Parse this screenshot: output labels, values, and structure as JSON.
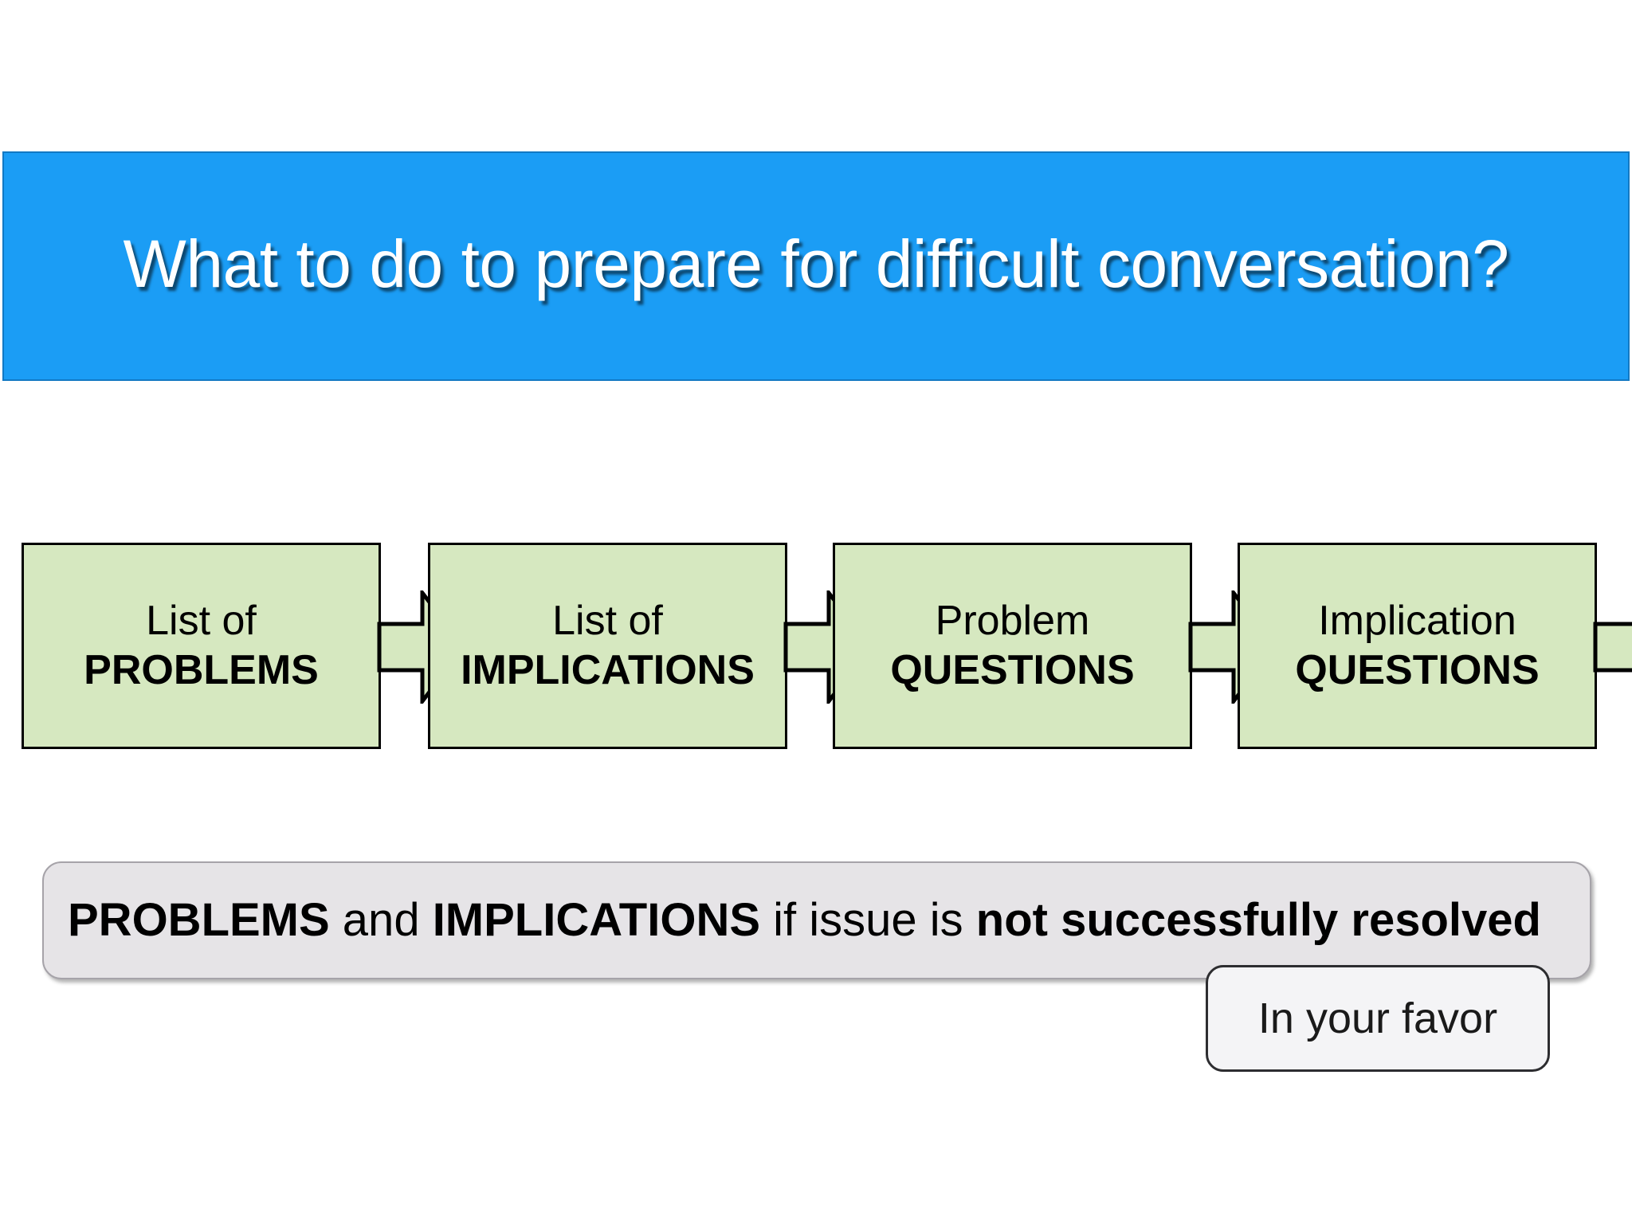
{
  "slide": {
    "title": "What to do to prepare for difficult conversation?",
    "banner_color": "#1b9df5",
    "banner_border_color": "#1279c4",
    "title_color": "#ffffff"
  },
  "process": {
    "box_fill": "#d6e8c0",
    "box_border": "#000000",
    "steps": [
      {
        "line1": "List of",
        "line2": "PROBLEMS"
      },
      {
        "line1": "List of",
        "line2": "IMPLICATIONS"
      },
      {
        "line1": "Problem",
        "line2": "QUESTIONS"
      },
      {
        "line1": "Implication",
        "line2": "QUESTIONS"
      }
    ],
    "arrow_icon": "right-arrow-icon"
  },
  "caption": {
    "fill": "#e6e4e7",
    "border": "#a6a3a9",
    "segments": [
      {
        "text": "PROBLEMS",
        "bold": true
      },
      {
        "text": " and ",
        "bold": false
      },
      {
        "text": "IMPLICATIONS",
        "bold": true
      },
      {
        "text": " if issue is ",
        "bold": false
      },
      {
        "text": "not successfully resolved",
        "bold": true
      }
    ],
    "plain": "PROBLEMS and IMPLICATIONS if issue is not successfully resolved"
  },
  "callout": {
    "text": "In your favor",
    "fill": "#f4f4f6",
    "border": "#2d2d30"
  }
}
